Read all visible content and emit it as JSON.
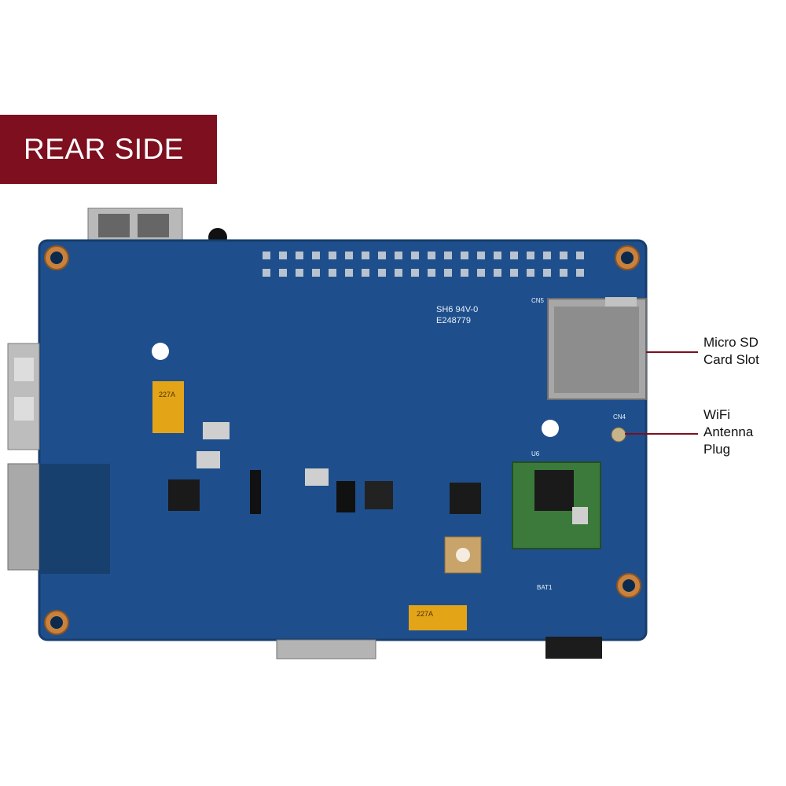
{
  "banner": {
    "label": "REAR SIDE",
    "color": "#7d0f1e"
  },
  "board": {
    "pcb_color": "#1e4f8c",
    "silkscreen_marks": [
      "SH6 94V-0",
      "E248779",
      "CN5",
      "CN4",
      "U6",
      "BAT1",
      "227A",
      "227A"
    ]
  },
  "callouts": [
    {
      "label_line1": "Micro SD",
      "label_line2": "Card Slot"
    },
    {
      "label_line1": "WiFi",
      "label_line2": "Antenna",
      "label_line3": "Plug"
    }
  ]
}
